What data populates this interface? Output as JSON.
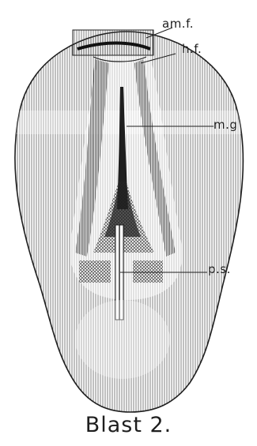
{
  "labels": {
    "amf": "am.f.",
    "hf": "h.f.",
    "mg": "m.g",
    "ps": "p.s."
  },
  "caption": "Blast 2.",
  "colors": {
    "ink": "#1e1e1e",
    "paper": "#ffffff"
  }
}
